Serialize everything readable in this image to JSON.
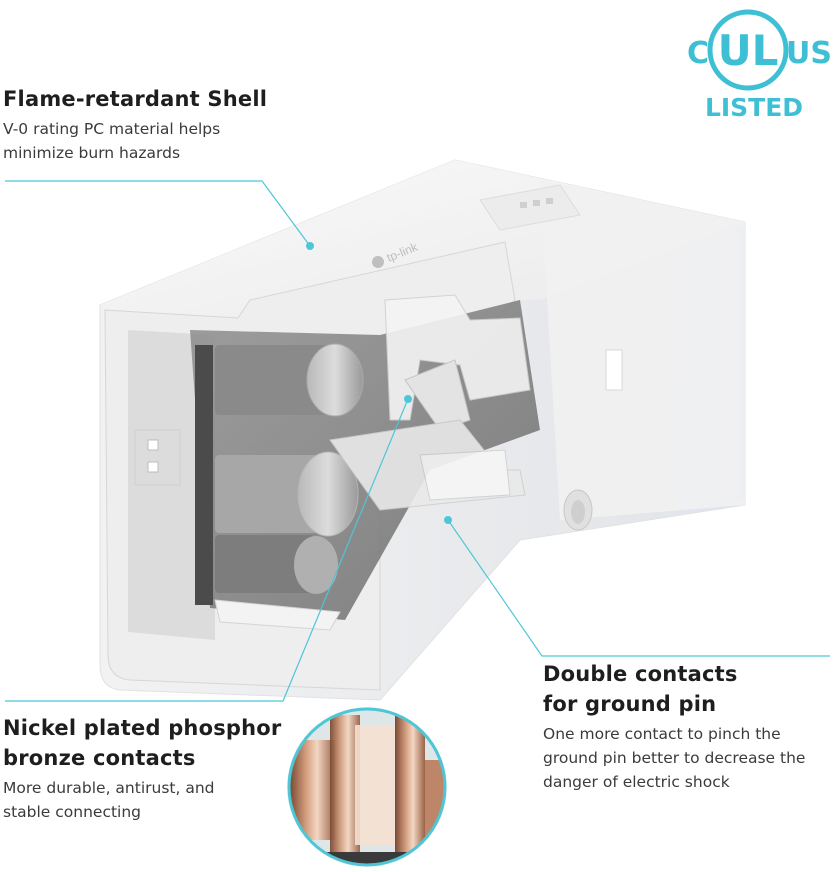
{
  "certification": {
    "logo_icon": "ul-listed-logo",
    "left_letter": "C",
    "center_letters": "UL",
    "right_letters": "US",
    "bottom_word": "LISTED",
    "color": "#3fbfd4"
  },
  "features": [
    {
      "title": "Flame-retardant Shell",
      "description_lines": [
        "V-0 rating PC material helps",
        "minimize burn hazards"
      ]
    },
    {
      "title_lines": [
        "Double contacts",
        "for ground pin"
      ],
      "description_lines": [
        "One more contact to pinch the",
        "ground pin better to decrease the",
        "danger of electric shock"
      ]
    },
    {
      "title_lines": [
        "Nickel plated phosphor",
        "bronze contacts"
      ],
      "description_lines": [
        "More durable, antirust, and",
        "stable connecting"
      ]
    }
  ],
  "product": {
    "brand_text": "tp-link",
    "image_icon": "smart-plug-cutaway-image"
  },
  "colors": {
    "callout_line": "#4ec6d6",
    "heading": "#1e1e1e",
    "body": "#3b3b3b"
  }
}
